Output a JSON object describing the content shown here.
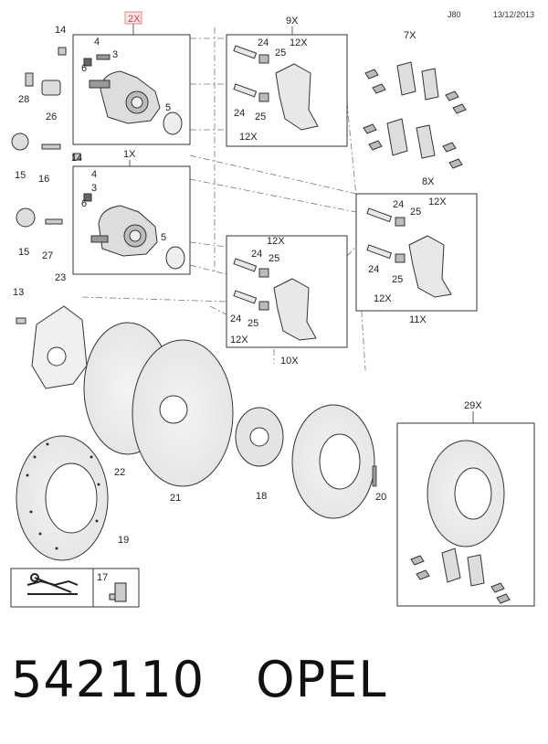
{
  "header": {
    "code": "J80",
    "date": "13/12/2013"
  },
  "callouts": {
    "c2x": "2X",
    "c1x": "1X",
    "c9x": "9X",
    "c7x": "7X",
    "c8x": "8X",
    "c11x": "11X",
    "c10x": "10X",
    "c29x": "29X",
    "c12x": "12X",
    "n3": "3",
    "n4": "4",
    "n5": "5",
    "n6": "6",
    "n13": "13",
    "n14": "14",
    "n15": "15",
    "n16": "16",
    "n17": "17",
    "n18": "18",
    "n19": "19",
    "n20": "20",
    "n21": "21",
    "n22": "22",
    "n23": "23",
    "n24": "24",
    "n25": "25",
    "n26": "26",
    "n27": "27",
    "n28": "28"
  },
  "footer": {
    "part_number": "542110",
    "brand": "OPEL"
  },
  "icons": [
    "manual-wrench-icon",
    "grease-tube-icon"
  ]
}
